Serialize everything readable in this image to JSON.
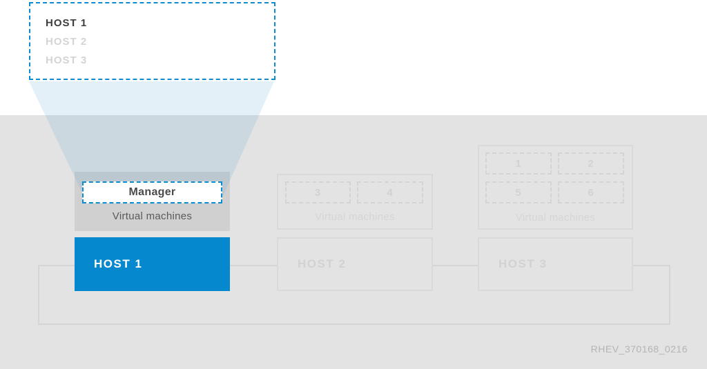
{
  "callout": {
    "items": [
      {
        "label": "HOST 1",
        "active": true
      },
      {
        "label": "HOST 2",
        "active": false
      },
      {
        "label": "HOST 3",
        "active": false
      }
    ]
  },
  "hosts": [
    {
      "name": "HOST 1",
      "active": true,
      "vm_panel_label": "Virtual machines",
      "vms": [
        {
          "label": "Manager",
          "highlighted": true
        }
      ]
    },
    {
      "name": "HOST 2",
      "active": false,
      "vm_panel_label": "Virtual machines",
      "vms": [
        {
          "label": "3"
        },
        {
          "label": "4"
        }
      ]
    },
    {
      "name": "HOST 3",
      "active": false,
      "vm_panel_label": "Virtual machines",
      "vms": [
        {
          "label": "1"
        },
        {
          "label": "2"
        },
        {
          "label": "5"
        },
        {
          "label": "6"
        }
      ]
    }
  ],
  "watermark": "RHEV_370168_0216",
  "colors": {
    "accent_blue": "#0688ce",
    "dashed_blue": "#0c8bce",
    "background_gray": "#e3e3e3",
    "active_panel_gray": "#d0d0d0",
    "faded_border_gray": "#d9d9d9",
    "faded_text_gray": "#d2d2d2",
    "dark_text": "#3d3d3d",
    "funnel_tint": "rgba(90,160,210,0.16)"
  }
}
